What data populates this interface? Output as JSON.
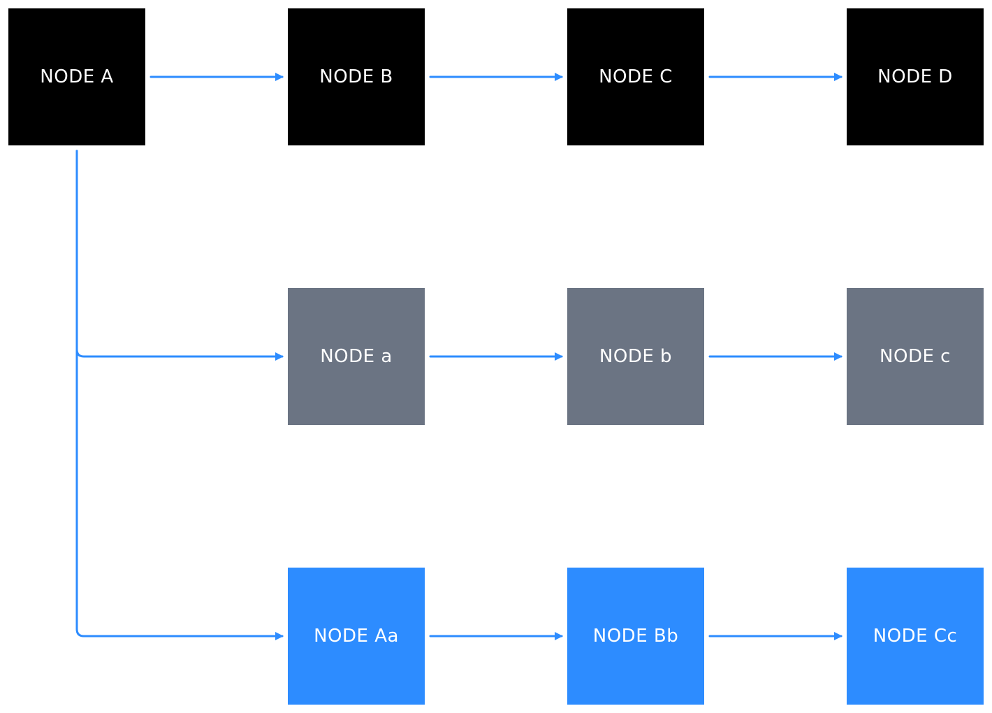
{
  "colors": {
    "primary": "#000000",
    "secondary": "#6b7483",
    "tertiary": "#2d8cff",
    "edge": "#2d8cff",
    "label": "#ffffff"
  },
  "nodes": [
    {
      "id": "A",
      "label": "NODE A",
      "tier": "primary"
    },
    {
      "id": "B",
      "label": "NODE B",
      "tier": "primary"
    },
    {
      "id": "C",
      "label": "NODE C",
      "tier": "primary"
    },
    {
      "id": "D",
      "label": "NODE D",
      "tier": "primary"
    },
    {
      "id": "a",
      "label": "NODE a",
      "tier": "secondary"
    },
    {
      "id": "b",
      "label": "NODE b",
      "tier": "secondary"
    },
    {
      "id": "c",
      "label": "NODE c",
      "tier": "secondary"
    },
    {
      "id": "Aa",
      "label": "NODE Aa",
      "tier": "tertiary"
    },
    {
      "id": "Bb",
      "label": "NODE Bb",
      "tier": "tertiary"
    },
    {
      "id": "Cc",
      "label": "NODE Cc",
      "tier": "tertiary"
    }
  ],
  "edges": [
    {
      "from": "A",
      "to": "B"
    },
    {
      "from": "B",
      "to": "C"
    },
    {
      "from": "C",
      "to": "D"
    },
    {
      "from": "A",
      "to": "a"
    },
    {
      "from": "a",
      "to": "b"
    },
    {
      "from": "b",
      "to": "c"
    },
    {
      "from": "A",
      "to": "Aa"
    },
    {
      "from": "Aa",
      "to": "Bb"
    },
    {
      "from": "Bb",
      "to": "Cc"
    }
  ]
}
